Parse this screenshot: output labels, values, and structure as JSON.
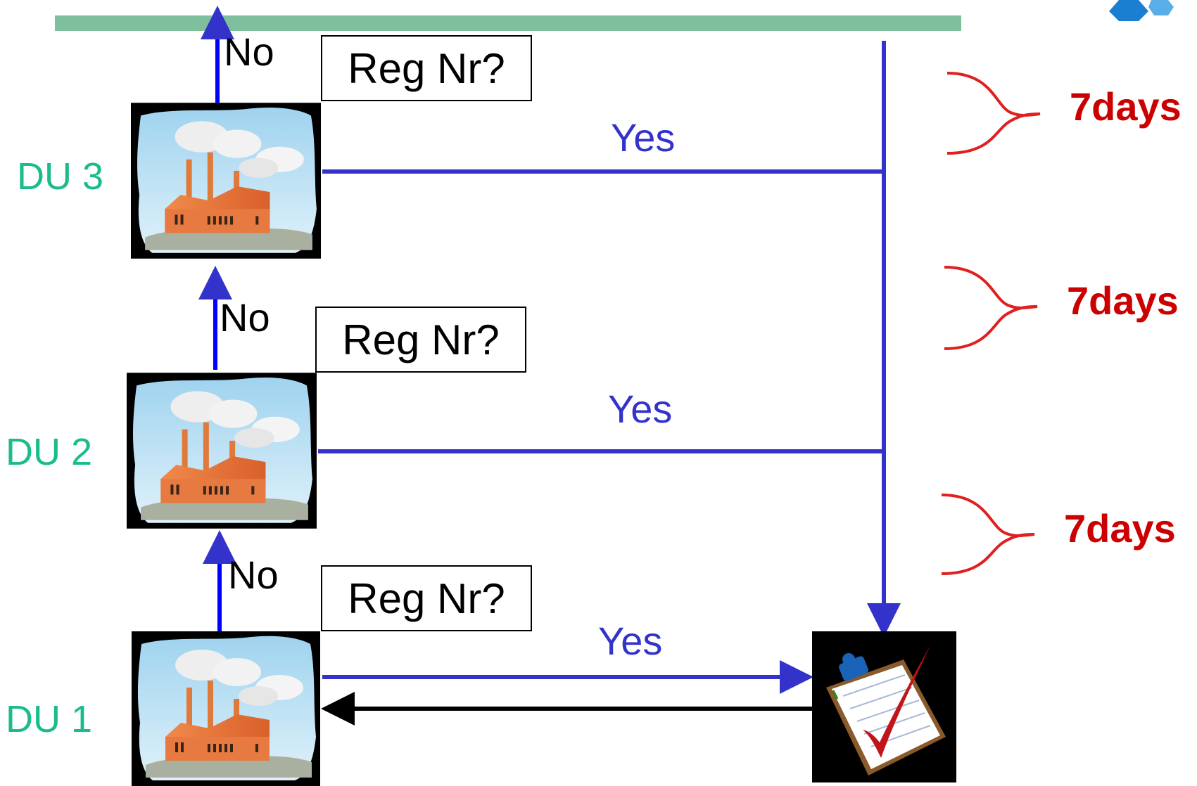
{
  "colors": {
    "flow_line": "#3333CC",
    "return_line": "#000000",
    "top_bar": "#7FBF9E",
    "brace": "#E02020",
    "days_text": "#CC0000",
    "du_text": "#1ABC8C"
  },
  "units": [
    {
      "label": "DU 3",
      "question": "Reg Nr?",
      "no_label": "No",
      "yes_label": "Yes"
    },
    {
      "label": "DU 2",
      "question": "Reg Nr?",
      "no_label": "No",
      "yes_label": "Yes"
    },
    {
      "label": "DU 1",
      "question": "Reg Nr?",
      "no_label": "No",
      "yes_label": "Yes"
    }
  ],
  "intervals": [
    {
      "label": "7days"
    },
    {
      "label": "7days"
    },
    {
      "label": "7days"
    }
  ],
  "icons": {
    "factory": "factory-icon",
    "checklist": "clipboard-checkmark-icon",
    "logo": "hexagon-logo-icon"
  }
}
